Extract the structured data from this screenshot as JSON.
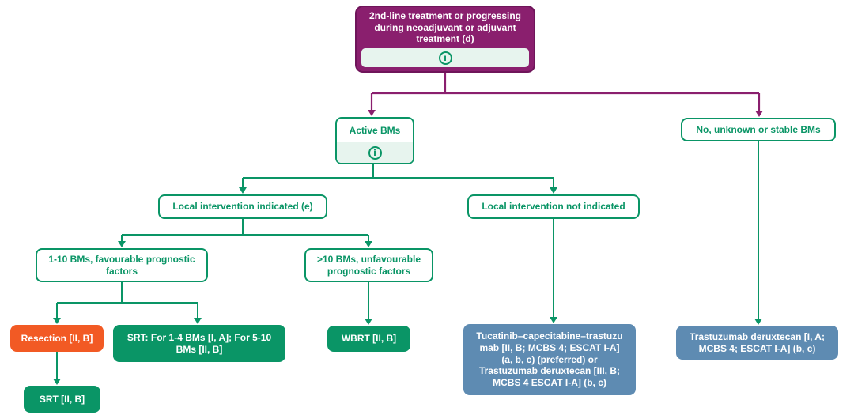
{
  "colors": {
    "purple": "#8a1f6e",
    "purple_dark": "#6f155a",
    "green": "#0a9566",
    "mint": "#e7f4ee",
    "orange": "#f25a24",
    "blue": "#5e8bb2"
  },
  "icons": {
    "info": "i"
  },
  "nodes": {
    "root": {
      "label": [
        "2nd-line treatment or progressing",
        "during neoadjuvant or adjuvant",
        "treatment (d)"
      ]
    },
    "active_bms": {
      "label": "Active BMs"
    },
    "stable_bms": {
      "label": "No, unknown  or stable BMs"
    },
    "li_indicated": {
      "label": "Local intervention indicated (e)"
    },
    "li_not_indicated": {
      "label": "Local intervention not indicated"
    },
    "bms_1_10": {
      "label": [
        "1-10 BMs, favourable prognostic",
        "factors"
      ]
    },
    "bms_gt_10": {
      "label": [
        ">10 BMs, unfavourable",
        "prognostic factors"
      ]
    },
    "resection": {
      "label": "Resection [II, B]"
    },
    "srt_range": {
      "label": [
        "SRT: For 1-4 BMs [I, A]; For 5-10",
        "BMs [II, B]"
      ]
    },
    "wbrt": {
      "label": "WBRT [II, B]"
    },
    "srt": {
      "label": "SRT [II, B]"
    },
    "tucatinib": {
      "label": [
        "Tucatinib–capecitabine–trastuzu",
        "mab [II, B; MCBS 4; ESCAT I-A]",
        "(a, b, c) (preferred) or",
        "Trastuzumab deruxtecan [III, B;",
        "MCBS 4 ESCAT I-A] (b, c)"
      ]
    },
    "t_dxd": {
      "label": [
        "Trastuzumab deruxtecan [I, A;",
        "MCBS 4; ESCAT I-A] (b, c)"
      ]
    }
  }
}
